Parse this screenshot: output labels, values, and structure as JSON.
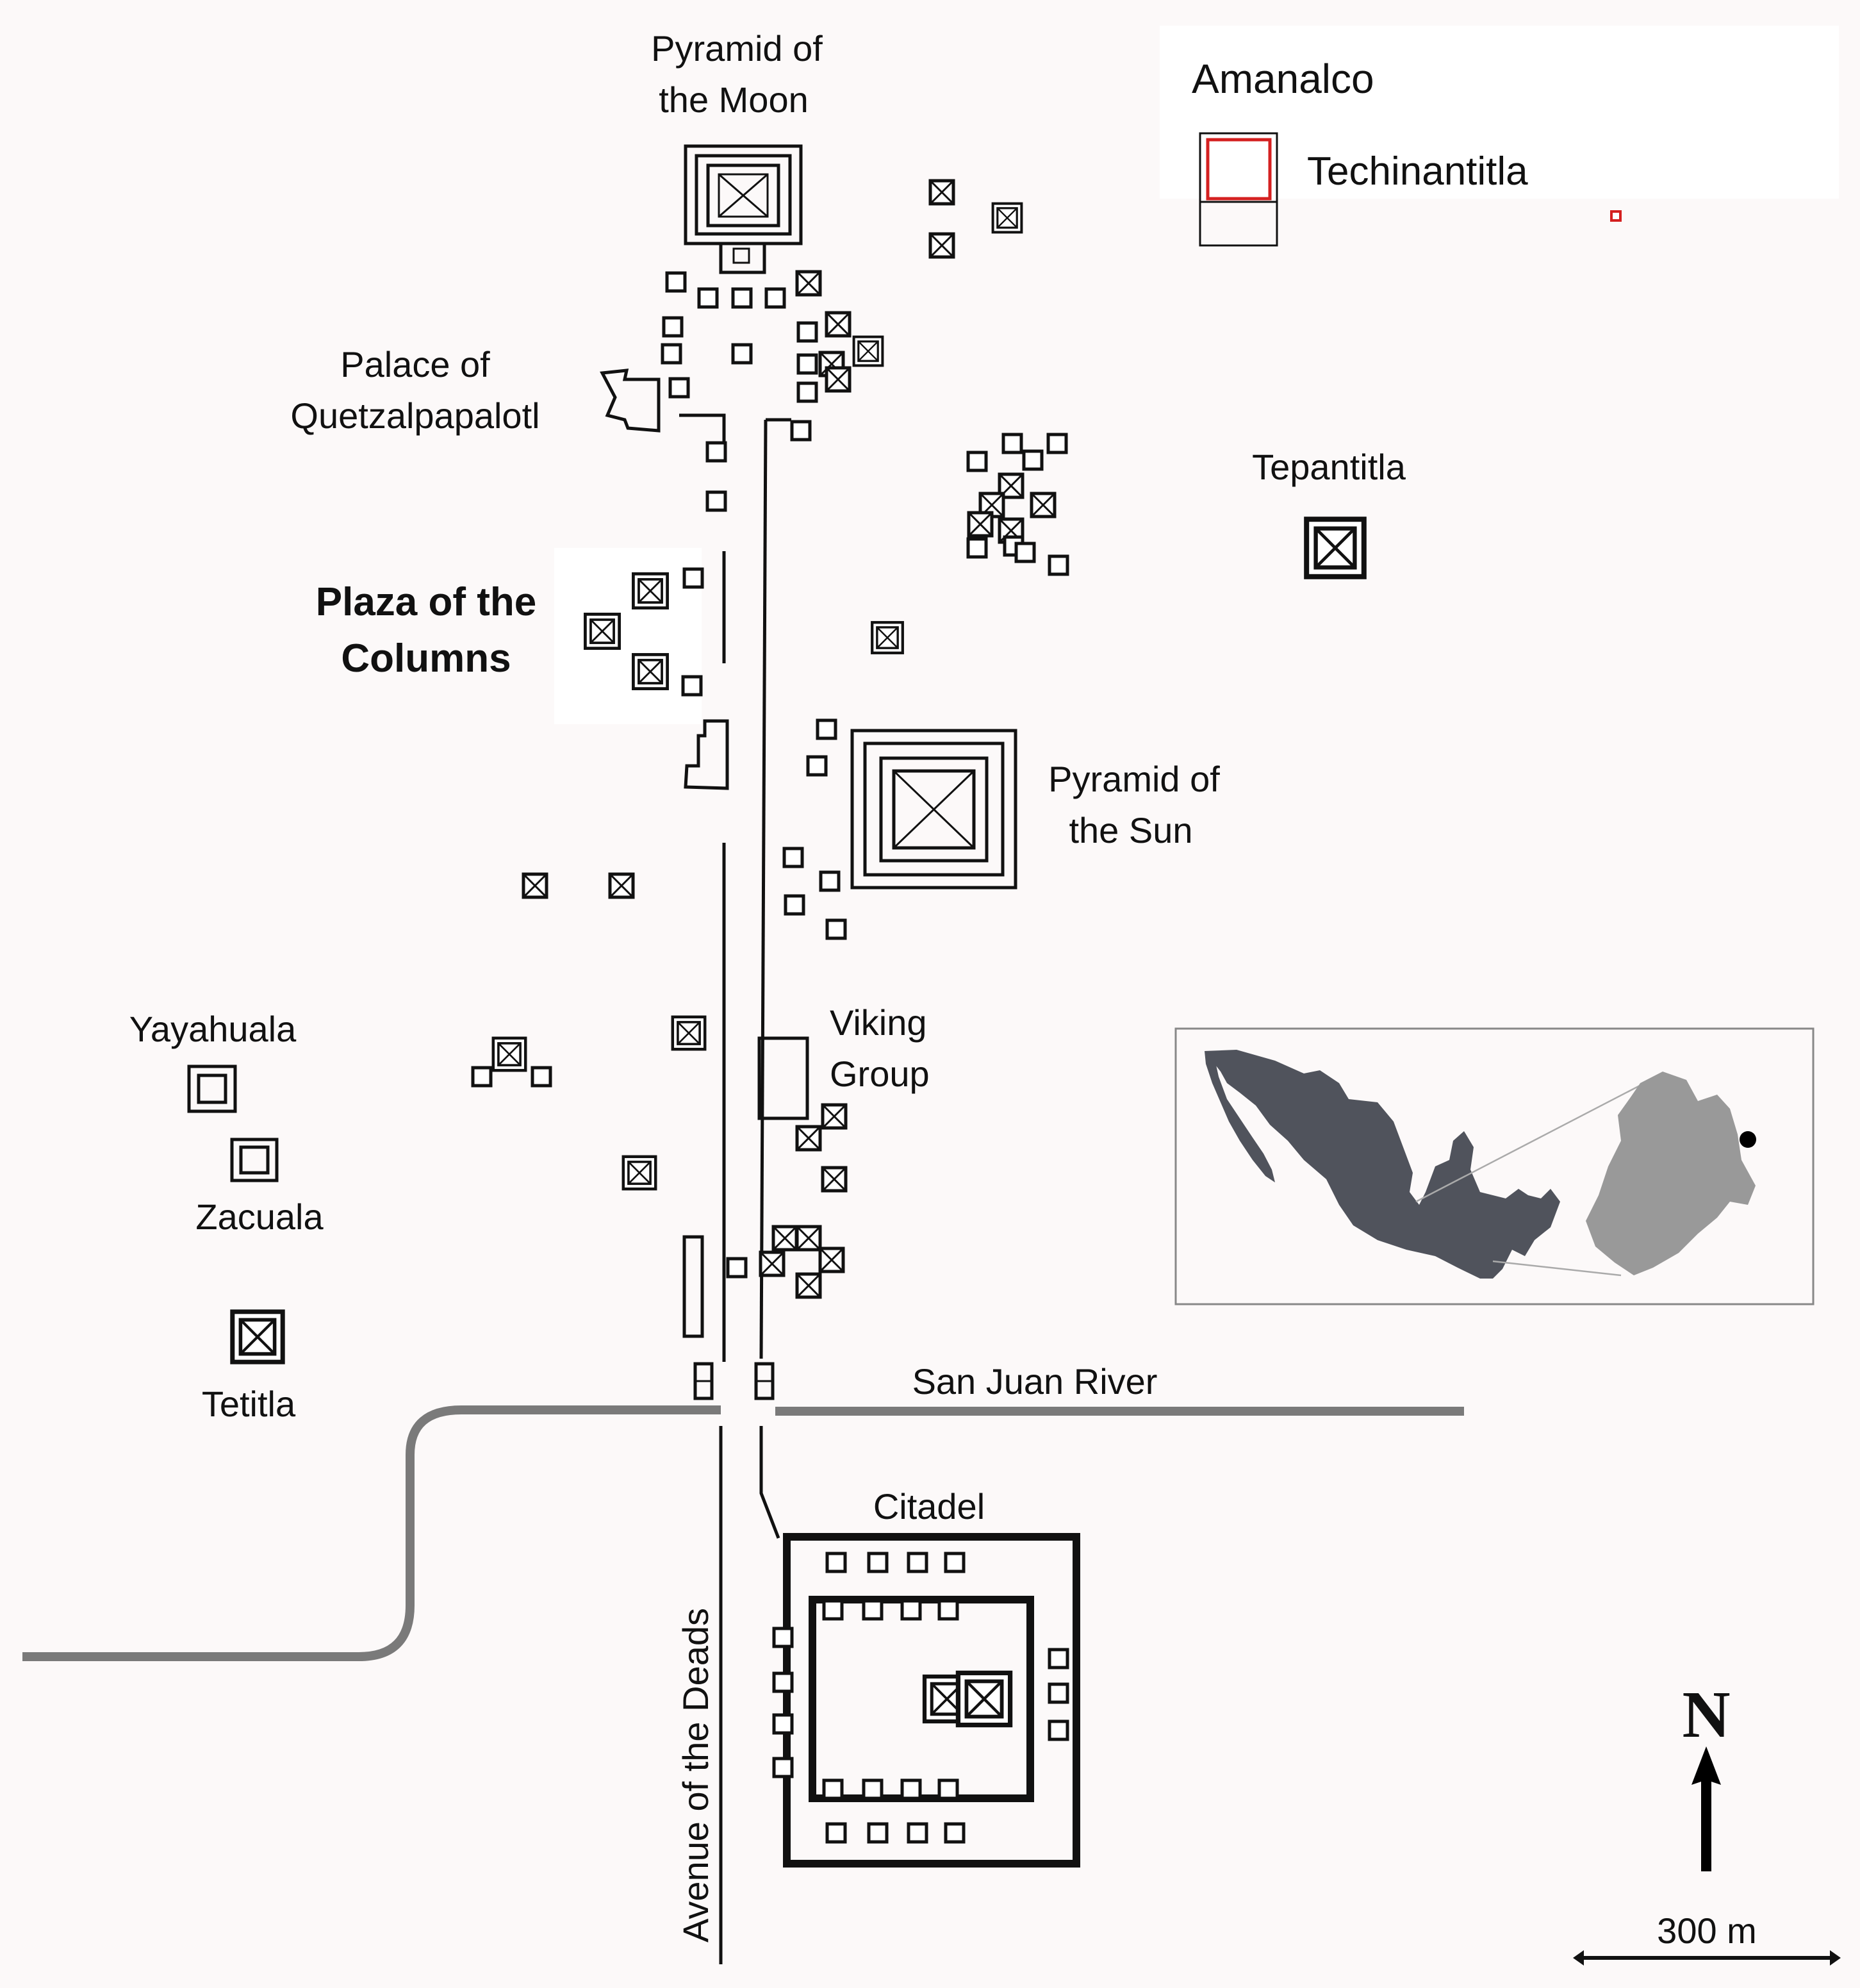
{
  "map": {
    "labels": {
      "pyramid_moon_1": "Pyramid of",
      "pyramid_moon_2": "the Moon",
      "palace_1": "Palace of",
      "palace_2": "Quetzalpapalotl",
      "plaza_1": "Plaza of the",
      "plaza_2": "Columns",
      "pyramid_sun_1": "Pyramid of",
      "pyramid_sun_2": "the Sun",
      "tepantitla": "Tepantitla",
      "viking_1": "Viking",
      "viking_2": "Group",
      "yayahuala": "Yayahuala",
      "zacuala": "Zacuala",
      "tetitla": "Tetitla",
      "river": "San Juan River",
      "citadel": "Citadel",
      "avenue": "Avenue of the Deads"
    },
    "legend": {
      "amanalco": "Amanalco",
      "techinantitla": "Techinantitla",
      "highlight_color": "#d42020"
    },
    "north_arrow": "N",
    "scale_bar": "300 m",
    "colors": {
      "background": "#fcf9f9",
      "river": "#7a7a7a",
      "inset_country": "#50535c",
      "inset_state": "#999999"
    }
  }
}
